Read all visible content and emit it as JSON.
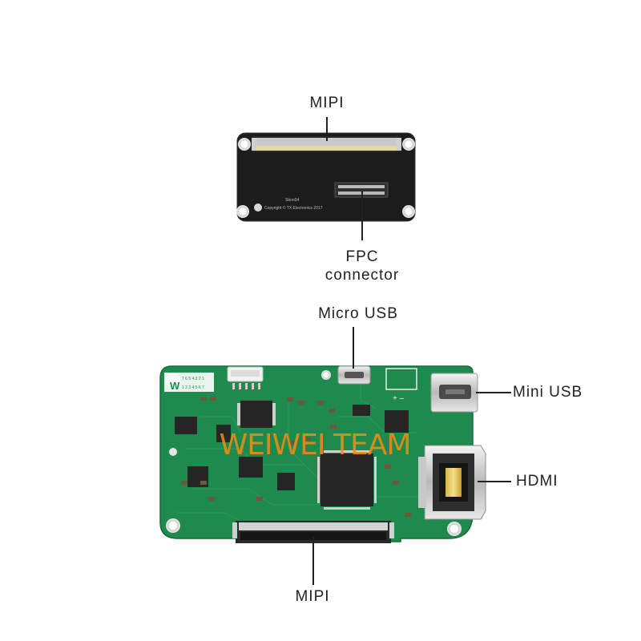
{
  "labels": {
    "mipi_top": "MIPI",
    "fpc_connector_line1": "FPC",
    "fpc_connector_line2": "connector",
    "micro_usb": "Micro USB",
    "mini_usb": "Mini USB",
    "hdmi": "HDMI",
    "mipi_bottom": "MIPI"
  },
  "small_board": {
    "silk_line1": "Sbon04",
    "silk_line2": "Copyright © TX Electronics 2017"
  },
  "main_board": {
    "silk_logo": "W",
    "pin_numbers_top": "7 6 5 4 3 2 1",
    "pin_numbers_bottom": "1 2 3 4 5 6 7"
  },
  "watermark": "WEIWEI TEAM",
  "colors": {
    "pcb_green": "#1e8a4e",
    "pcb_black": "#1c1c1c",
    "watermark_orange": "#f58c14",
    "label_text": "#222222"
  }
}
